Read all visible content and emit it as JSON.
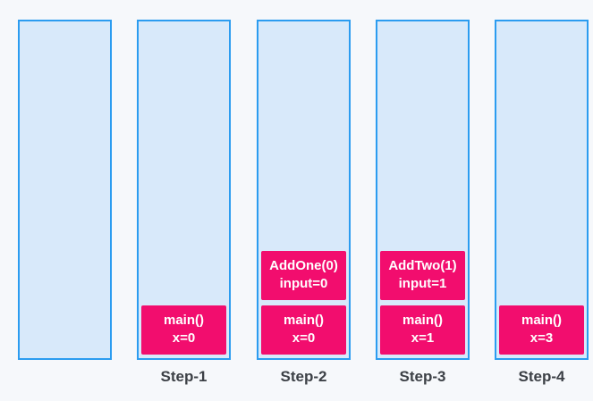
{
  "diagram": {
    "description": "call-stack-steps",
    "colors": {
      "background": "#f6f8fb",
      "column_fill": "#d8e9fa",
      "column_border": "#2b9cf0",
      "frame_fill": "#f20d6e",
      "frame_text": "#ffffff",
      "label_text": "#3c4046"
    },
    "columns": [
      {
        "label": "",
        "frames": []
      },
      {
        "label": "Step-1",
        "frames": [
          {
            "line1": "main()",
            "line2": "x=0"
          }
        ]
      },
      {
        "label": "Step-2",
        "frames": [
          {
            "line1": "AddOne(0)",
            "line2": "input=0"
          },
          {
            "line1": "main()",
            "line2": "x=0"
          }
        ]
      },
      {
        "label": "Step-3",
        "frames": [
          {
            "line1": "AddTwo(1)",
            "line2": "input=1"
          },
          {
            "line1": "main()",
            "line2": "x=1"
          }
        ]
      },
      {
        "label": "Step-4",
        "frames": [
          {
            "line1": "main()",
            "line2": "x=3"
          }
        ]
      }
    ]
  }
}
